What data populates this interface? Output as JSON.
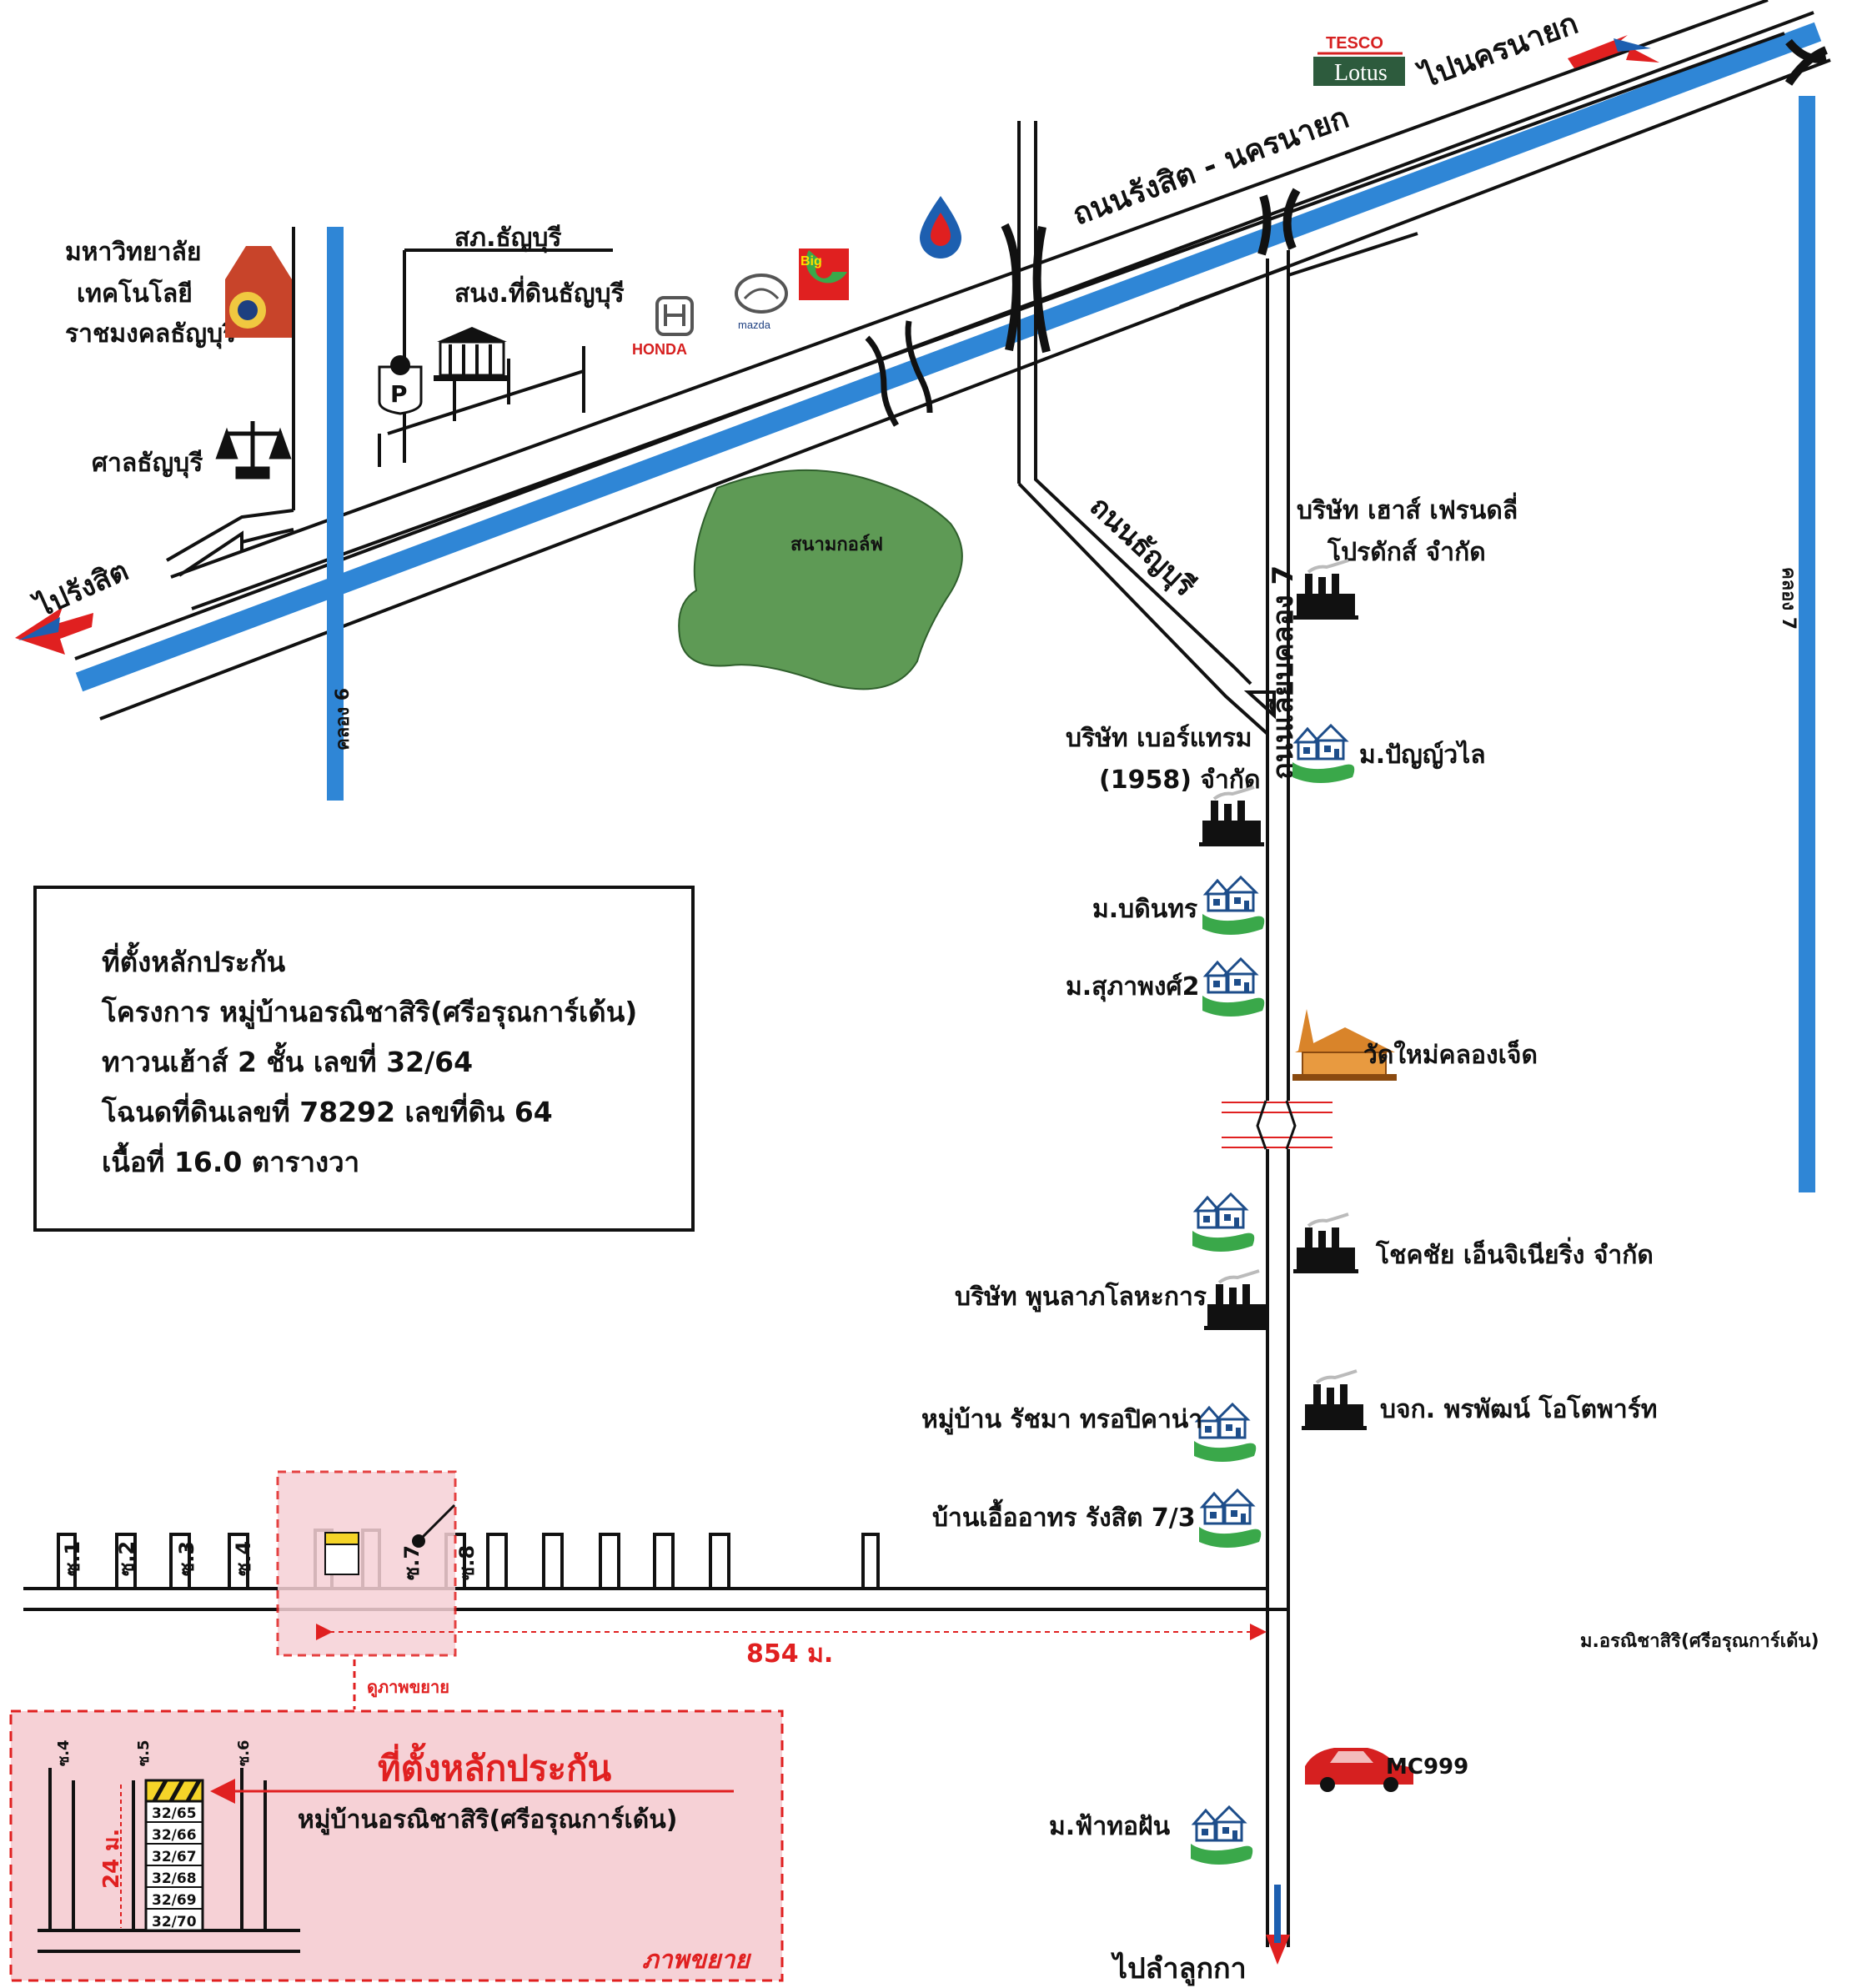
{
  "road_labels": {
    "rangsit_nakhon_nayok": "ถนนรังสิต - นครนายก",
    "thanyaburi": "ถนนธัญบุรี",
    "liap_khlong7": "ถนนเลียบคลอง 7",
    "to_rangsit": "ไปรังสิต",
    "to_nakhon_nayok": "ไปนครนายก",
    "to_lam_luk_ka": "ไปลำลูกกา",
    "khlong6": "คลอง 6",
    "khlong7": "คลอง 7"
  },
  "places": {
    "university": [
      "มหาวิทยาลัย",
      "เทคโนโลยี",
      "ราชมงคลธัญบุรี"
    ],
    "court": "ศาลธัญบุรี",
    "police": "สภ.ธัญบุรี",
    "land_office": "สนง.ที่ดินธัญบุรี",
    "golf": "สนามกอล์ฟ",
    "house_friendly": [
      "บริษัท เฮาส์ เฟรนดลี่",
      "โปรดักส์ จำกัด"
    ],
    "bertram": [
      "บริษัท เบอร์แทรม",
      "(1958) จำกัด"
    ],
    "panyawilai": "ม.ปัญญ์วไล",
    "badin": "ม.บดินทร",
    "supapong": "ม.สุภาพงศ์2",
    "wat": "วัดใหม่คลองเจ็ด",
    "chokchai": "โชคชัย เอ็นจิเนียริ่ง จำกัด",
    "poonlarp": "บริษัท พูนลาภโลหะการ",
    "ratchama": "หมู่บ้าน รัชมา ทรอปิคาน่า",
    "pornpat": "บจก. พรพัฒน์ โอโตพาร์ท",
    "ua_athorn": "บ้านเอื้ออาทร รังสิต 7/3",
    "onnicha_side": "ม.อรณิชาสิริ(ศรีอรุณการ์เด้น)",
    "fahthorfan": "ม.ฟ้าทอฝัน",
    "mc999": "MC999"
  },
  "brands": {
    "tesco": "TESCO",
    "lotus": "Lotus",
    "honda": "HONDA",
    "mazda": "mazda",
    "big": "Big",
    "parking": "P"
  },
  "info_box": {
    "line1": "ที่ตั้งหลักประกัน",
    "line2": "โครงการ หมู่บ้านอรณิชาสิริ(ศรีอรุณการ์เด้น)",
    "line3": "ทาวนเฮ้าส์ 2 ชั้น เลขที่ 32/64",
    "line4": "โฉนดที่ดินเลขที่ 78292 เลขที่ดิน 64",
    "line5": "เนื้อที่ 16.0 ตารางวา"
  },
  "sois": [
    "ซ.1",
    "ซ.2",
    "ซ.3",
    "ซ.4",
    "ซ.7",
    "ซ.8"
  ],
  "distance": "854 ม.",
  "zoom_link": "ดูภาพขยาย",
  "inset": {
    "title": "ที่ตั้งหลักประกัน",
    "subtitle": "หมู่บ้านอรณิชาสิริ(ศรีอรุณการ์เด้น)",
    "sois": [
      "ซ.4",
      "ซ.5",
      "ซ.6"
    ],
    "units": [
      "32/65",
      "32/66",
      "32/67",
      "32/68",
      "32/69",
      "32/70"
    ],
    "depth": "24 ม.",
    "caption": "ภาพขยาย"
  },
  "colors": {
    "canal": "#2f86d6",
    "highlight_red": "#e02020",
    "zoom_fill": "#f6d1d6",
    "golf_green": "#5e9a55"
  }
}
